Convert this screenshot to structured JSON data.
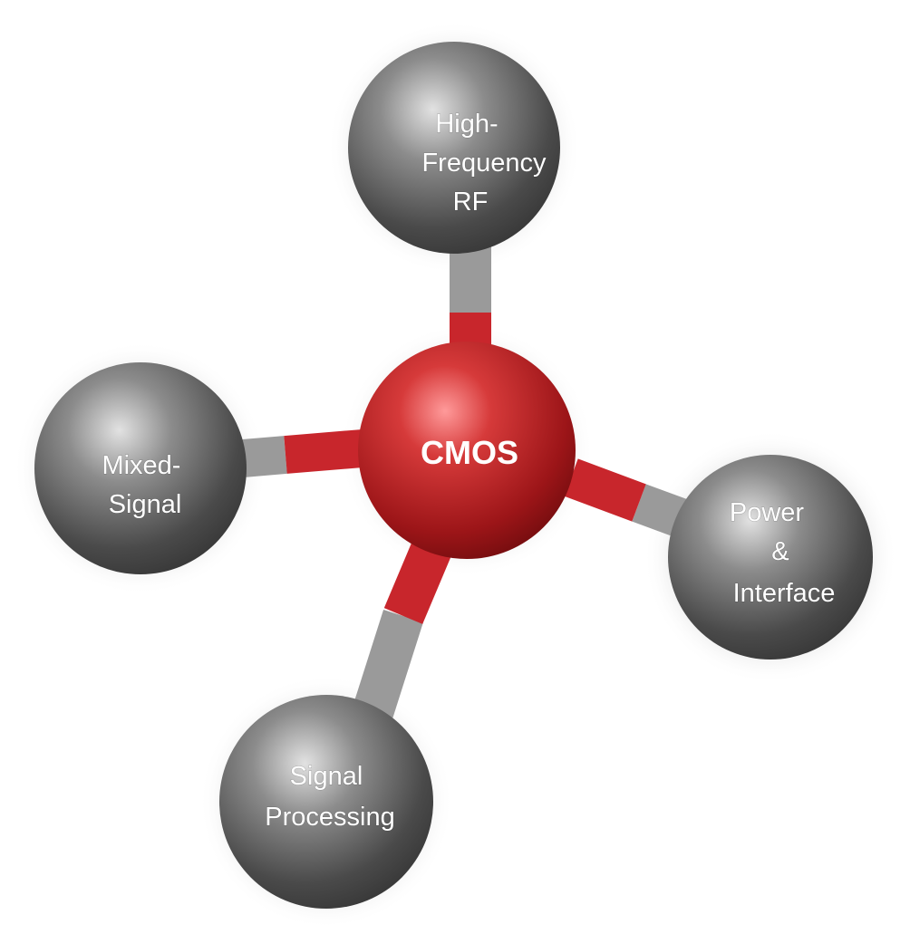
{
  "center": {
    "label": "CMOS",
    "color": "#c8262c"
  },
  "nodes": [
    {
      "id": "high-frequency-rf",
      "lines": [
        "High-",
        "Frequency",
        "RF"
      ]
    },
    {
      "id": "mixed-signal",
      "lines": [
        "Mixed-",
        "Signal"
      ]
    },
    {
      "id": "power-interface",
      "lines": [
        "Power",
        "&",
        "Interface"
      ]
    },
    {
      "id": "signal-processing",
      "lines": [
        "Signal",
        "Processing"
      ]
    }
  ],
  "colors": {
    "sphere": "#6f6f6f",
    "bond_gray": "#9a9a9a",
    "bond_red": "#c8262c"
  }
}
